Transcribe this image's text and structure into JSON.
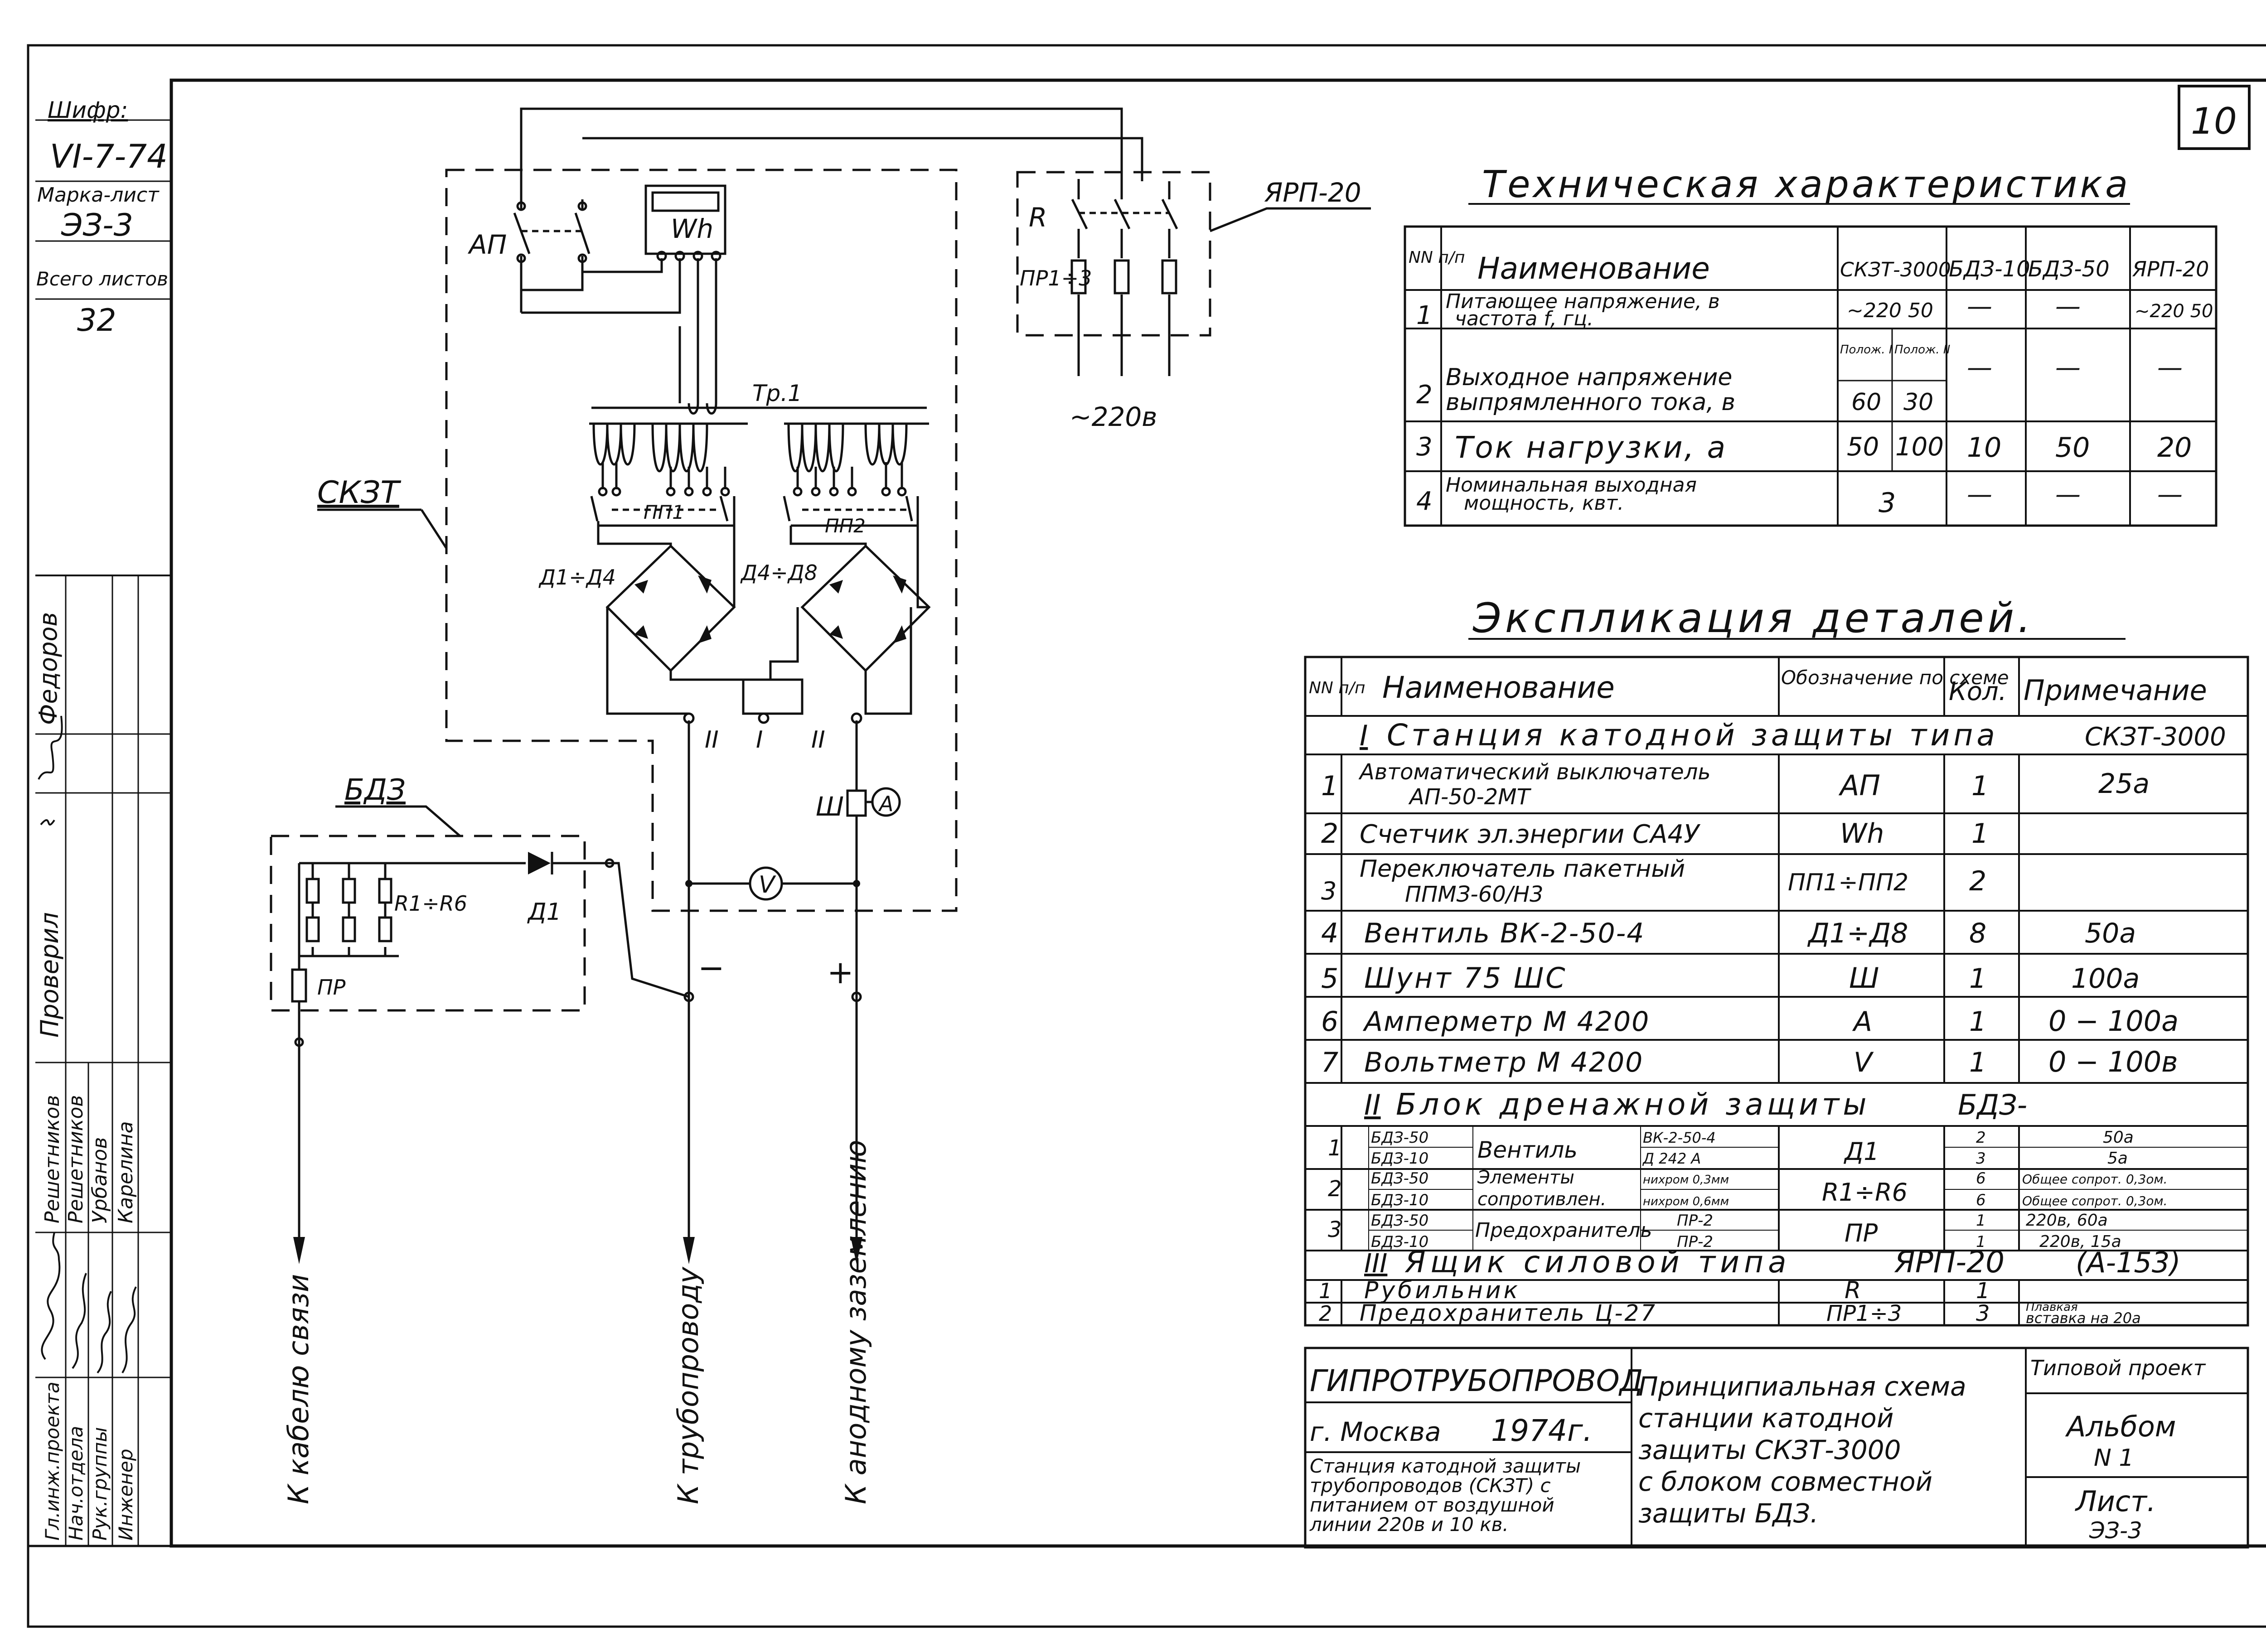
{
  "sheet_number": "10",
  "stamp": {
    "cipher_label": "Шифр:",
    "cipher_value": "VI-7-74",
    "mark_label": "Марка-лист",
    "mark_value": "ЭЗ-3",
    "total_label": "Всего листов",
    "total_value": "32"
  },
  "approvals": {
    "checked_label": "Проверил",
    "checked_name": "Федоров",
    "roles": [
      "Гл.инж.проекта",
      "Нач.отдела",
      "Рук.группы",
      "Инженер"
    ],
    "names": [
      "Решетников",
      "Решетников",
      "Урбанов",
      "Карелина"
    ]
  },
  "diagram": {
    "labels": {
      "ap": "АП",
      "wh": "Wh",
      "r": "R",
      "pr13": "ПР1÷3",
      "yrp20": "ЯРП-20",
      "v220": "~220в",
      "tr1": "Тр.1",
      "pp1": "ПП1",
      "pp2": "ПП2",
      "skzt": "СКЗТ",
      "d1d4": "Д1÷Д4",
      "d4d8": "Д4÷Д8",
      "bdz": "БДЗ",
      "r1r6": "R1÷R6",
      "d1": "Д1",
      "pr": "ПР",
      "pos2a": "II",
      "pos1": "I",
      "pos2b": "II",
      "shunt": "Ш",
      "ammeter": "A",
      "voltmeter": "V",
      "minus": "−",
      "plus": "+",
      "out_cable": "К кабелю связи",
      "out_pipe": "К трубопроводу",
      "out_anode": "К анодному заземлению"
    }
  },
  "tech_table": {
    "title": "Техническая характеристика",
    "headers": [
      "NN п/п",
      "Наименование",
      "СКЗТ-3000",
      "БДЗ-10",
      "БДЗ-50",
      "ЯРП-20"
    ],
    "rows": [
      {
        "num": "1",
        "name_line1": "Питающее напряжение, в",
        "name_line2": "частота f, гц.",
        "skzt": "~220 50",
        "b10": "—",
        "b50": "—",
        "yrp": "~220 50"
      },
      {
        "num": "2",
        "name_line1": "Выходное напряжение",
        "name_line2": "выпрямленного тока, в",
        "pos1_head": "Полож. I",
        "pos2_head": "Полож. II",
        "pos1_val": "60",
        "pos2_val": "30",
        "b10": "—",
        "b50": "—",
        "yrp": "—"
      },
      {
        "num": "3",
        "name": "Ток нагрузки, а",
        "pos1_val": "50",
        "pos2_val": "100",
        "b10": "10",
        "b50": "50",
        "yrp": "20"
      },
      {
        "num": "4",
        "name_line1": "Номинальная выходная",
        "name_line2": "мощность, квт.",
        "skzt": "3",
        "b10": "—",
        "b50": "—",
        "yrp": "—"
      }
    ]
  },
  "parts_table": {
    "title": "Экспликация деталей.",
    "headers": [
      "NN п/п",
      "Наименование",
      "Обозначение по схеме",
      "Кол.",
      "Примечание"
    ],
    "section1": {
      "roman": "I",
      "title": "Станция катодной защиты типа",
      "type": "СКЗТ-3000"
    },
    "rows1": [
      {
        "num": "1",
        "name_line1": "Автоматический выключатель",
        "name_line2": "АП-50-2МТ",
        "code": "АП",
        "qty": "1",
        "note": "25а"
      },
      {
        "num": "2",
        "name": "Счетчик эл.энергии СА4У",
        "code": "Wh",
        "qty": "1",
        "note": ""
      },
      {
        "num": "3",
        "name_line1": "Переключатель пакетный",
        "name_line2": "ППМЗ-60/Н3",
        "code": "ПП1÷ПП2",
        "qty": "2",
        "note": ""
      },
      {
        "num": "4",
        "name": "Вентиль ВК-2-50-4",
        "code": "Д1÷Д8",
        "qty": "8",
        "note": "50а"
      },
      {
        "num": "5",
        "name": "Шунт 75 ШС",
        "code": "Ш",
        "qty": "1",
        "note": "100а"
      },
      {
        "num": "6",
        "name": "Амперметр М 4200",
        "code": "A",
        "qty": "1",
        "note": "0 − 100а"
      },
      {
        "num": "7",
        "name": "Вольтметр М 4200",
        "code": "V",
        "qty": "1",
        "note": "0 − 100в"
      }
    ],
    "section2": {
      "roman": "II",
      "title": "Блок дренажной защиты",
      "type": "БДЗ-"
    },
    "rows2": [
      {
        "num": "1",
        "variant_a": "БДЗ-50",
        "variant_b": "БДЗ-10",
        "name": "Вентиль",
        "type_a": "ВК-2-50-4",
        "type_b": "Д 242 А",
        "code": "Д1",
        "qty_a": "2",
        "qty_b": "3",
        "note_a": "50а",
        "note_b": "5а"
      },
      {
        "num": "2",
        "variant_a": "БДЗ-50",
        "variant_b": "БДЗ-10",
        "name_line1": "Элементы",
        "name_line2": "сопротивлен.",
        "type_a": "нихром 0,3мм",
        "type_b": "нихром 0,6мм",
        "code": "R1÷R6",
        "qty_a": "6",
        "qty_b": "6",
        "note_a": "Общее сопрот. 0,3ом.",
        "note_b": "Общее сопрот. 0,3ом."
      },
      {
        "num": "3",
        "variant_a": "БДЗ-50",
        "variant_b": "БДЗ-10",
        "name": "Предохранитель",
        "type_a": "ПР-2",
        "type_b": "ПР-2",
        "code": "ПР",
        "qty_a": "1",
        "qty_b": "1",
        "note_a": "220в, 60а",
        "note_b": "220в, 15а"
      }
    ],
    "section3": {
      "roman": "III",
      "title": "Ящик силовой типа",
      "type": "ЯРП-20",
      "extra": "(А-153)"
    },
    "rows3": [
      {
        "num": "1",
        "name": "Рубильник",
        "code": "R",
        "qty": "1",
        "note": ""
      },
      {
        "num": "2",
        "name": "Предохранитель Ц-27",
        "code": "ПР1÷3",
        "qty": "3",
        "note_line1": "Плавкая",
        "note_line2": "вставка на 20а"
      }
    ]
  },
  "title_block": {
    "org": "ГИПРОТРУБОПРОВОД",
    "city": "г. Москва",
    "year": "1974г.",
    "desc_lines": [
      "Станция катодной защиты",
      "трубопроводов (СКЗТ) с",
      "питанием от воздушной",
      "линии 220в и 10 кв."
    ],
    "drawing_lines": [
      "Принципиальная схема",
      "станции катодной",
      "защиты СКЗТ-3000",
      "с блоком совместной",
      "защиты БДЗ."
    ],
    "project_label": "Типовой проект",
    "album_label": "Альбом",
    "album_value": "N 1",
    "sheet_label": "Лист.",
    "sheet_value": "ЭЗ-3"
  }
}
